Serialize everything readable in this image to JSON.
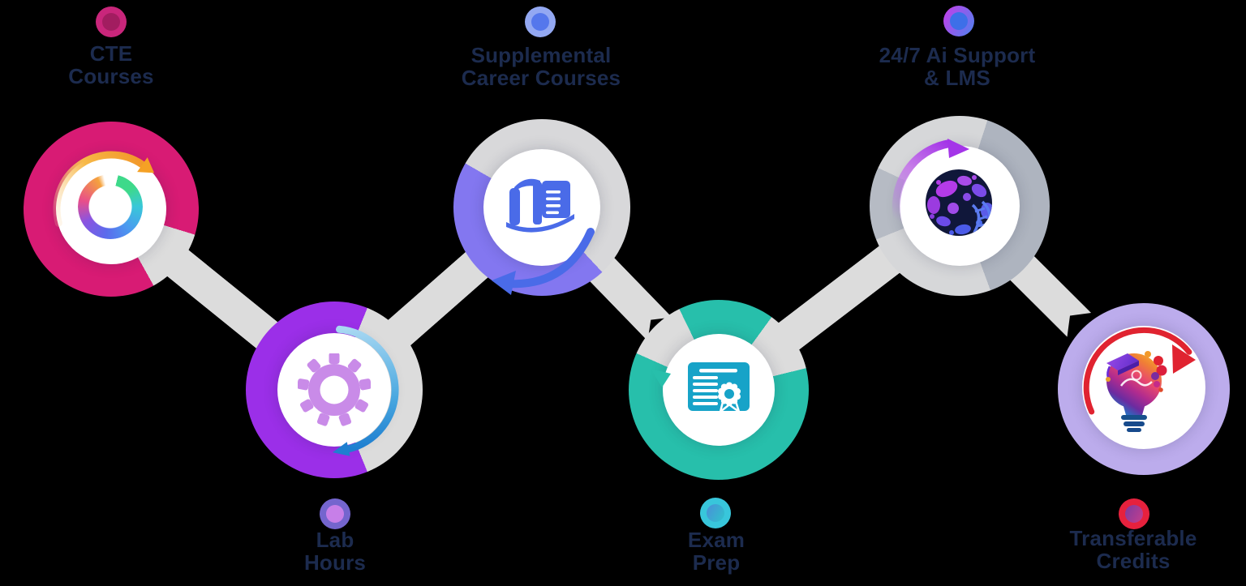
{
  "background_color": "#000000",
  "text_color": "#1C2B4E",
  "connector_color": "#DCDCDC",
  "nodes": [
    {
      "id": "cte-courses",
      "label_line1": "CTE",
      "label_line2": "Courses",
      "label_position": "top",
      "ring_color": "#D81B74",
      "icon": "refresh-cycle-icon",
      "icon_accent": "#F5A125",
      "dot": {
        "ring": "#C9267B",
        "ring2": "#C9267B",
        "center": "#A21D60",
        "center2": "#A21D60"
      }
    },
    {
      "id": "lab-hours",
      "label_line1": "Lab",
      "label_line2": "Hours",
      "label_position": "bottom",
      "ring_color": "#9B2FE8",
      "icon": "gear-process-icon",
      "icon_accent": "#1E7FD0",
      "dot": {
        "ring": "#7465CE",
        "ring2": "#7465CE",
        "center": "#C77FE8",
        "center2": "#C77FE8"
      }
    },
    {
      "id": "supplemental-career-courses",
      "label_line1": "Supplemental",
      "label_line2": "Career Courses",
      "label_position": "top",
      "ring_color": "#8377F0",
      "icon": "open-book-icon",
      "icon_accent": "#4A6BE8",
      "dot": {
        "ring": "#93A8F2",
        "ring2": "#93A8F2",
        "center": "#5577EC",
        "center2": "#5577EC"
      }
    },
    {
      "id": "exam-prep",
      "label_line1": "Exam",
      "label_line2": "Prep",
      "label_position": "bottom",
      "ring_color": "#27BFAB",
      "icon": "certificate-icon",
      "icon_accent": "#17A3C8",
      "dot": {
        "ring": "#38C6DB",
        "ring2": "#38C6DB",
        "center": "#4A8FD8",
        "center2": "#2FC3CC"
      }
    },
    {
      "id": "ai-support-lms",
      "label_line1": "24/7 Ai Support",
      "label_line2": "& LMS",
      "label_position": "top",
      "ring_color": "#D6D7D9",
      "ring_color2": "#AEB4BF",
      "icon": "ai-brain-sphere-icon",
      "icon_accent": "#A435E8",
      "dot": {
        "ring": "#C93BE8",
        "ring2": "#4A84F0",
        "center": "#3D6FE8",
        "center2": "#3D6FE8"
      }
    },
    {
      "id": "transferable-credits",
      "label_line1": "Transferable",
      "label_line2": "Credits",
      "label_position": "bottom",
      "ring_color": "#BCACEC",
      "icon": "graduate-lightbulb-icon",
      "icon_accent": "#E02330",
      "dot": {
        "ring": "#E6213D",
        "ring2": "#E6213D",
        "center": "#7C3AA0",
        "center2": "#C63E8C"
      }
    }
  ],
  "connectors": [
    {
      "from": "cte-courses",
      "to": "lab-hours"
    },
    {
      "from": "lab-hours",
      "to": "supplemental-career-courses"
    },
    {
      "from": "supplemental-career-courses",
      "to": "exam-prep"
    },
    {
      "from": "exam-prep",
      "to": "ai-support-lms"
    },
    {
      "from": "ai-support-lms",
      "to": "transferable-credits"
    }
  ]
}
